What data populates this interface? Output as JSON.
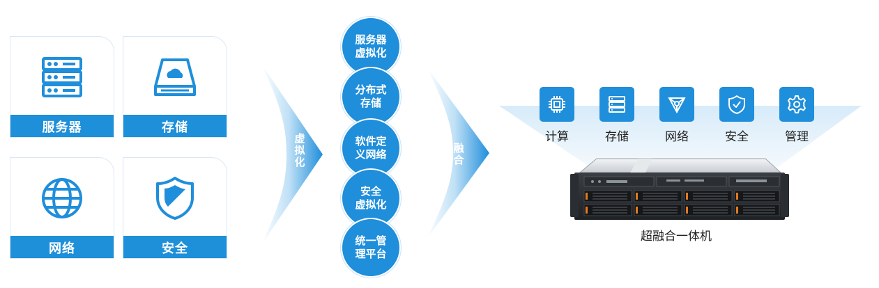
{
  "resources": [
    {
      "label": "服务器",
      "icon": "server-icon"
    },
    {
      "label": "存储",
      "icon": "storage-icon"
    },
    {
      "label": "网络",
      "icon": "globe-icon"
    },
    {
      "label": "安全",
      "icon": "shield-icon"
    }
  ],
  "arrows": {
    "first": "虚拟化",
    "second": "融合"
  },
  "steps": [
    {
      "line1": "服务器",
      "line2": "虚拟化"
    },
    {
      "line1": "分布式",
      "line2": "存储"
    },
    {
      "line1": "软件定",
      "line2": "义网络"
    },
    {
      "line1": "安全",
      "line2": "虚拟化"
    },
    {
      "line1": "统一管",
      "line2": "理平台"
    }
  ],
  "capabilities": [
    {
      "label": "计算",
      "icon": "chip-icon"
    },
    {
      "label": "存储",
      "icon": "storage-icon"
    },
    {
      "label": "网络",
      "icon": "network-icon"
    },
    {
      "label": "安全",
      "icon": "shield-check-icon"
    },
    {
      "label": "管理",
      "icon": "gear-icon"
    }
  ],
  "server": {
    "caption": "超融合一体机"
  },
  "colors": {
    "primary": "#1f8edb",
    "light": "#e3f1fb"
  }
}
